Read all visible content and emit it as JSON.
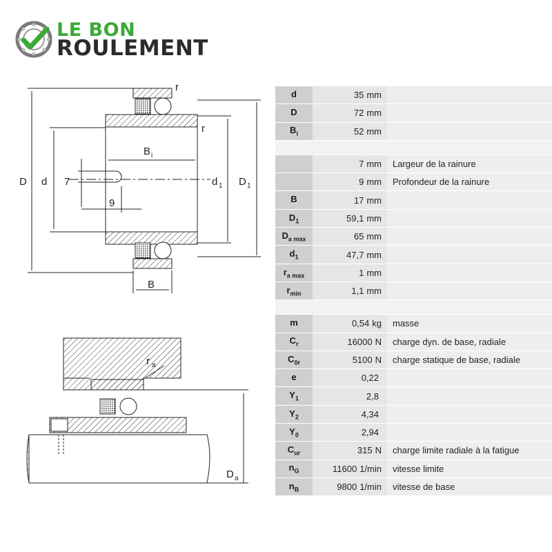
{
  "logo": {
    "line1": "LE BON",
    "line2": "ROULEMENT",
    "check_color": "#3aa935"
  },
  "drawing_top": {
    "labels": {
      "D": "D",
      "d": "d",
      "d1": "d",
      "d1_sub": "1",
      "D1": "D",
      "D1_sub": "1",
      "Bi": "B",
      "Bi_sub": "i",
      "B": "B",
      "r_top": "r",
      "r_right": "r",
      "seven": "7",
      "nine": "9"
    }
  },
  "drawing_bottom": {
    "labels": {
      "ra": "r",
      "ra_sub": "a",
      "Da": "D",
      "Da_sub": "a"
    }
  },
  "table": {
    "rows": [
      {
        "sym": "d",
        "sub": "",
        "value": "35",
        "unit": "mm",
        "desc": ""
      },
      {
        "sym": "D",
        "sub": "",
        "value": "72",
        "unit": "mm",
        "desc": ""
      },
      {
        "sym": "B",
        "sub": "i",
        "value": "52",
        "unit": "mm",
        "desc": ""
      },
      {
        "gap": true
      },
      {
        "sym": "",
        "sub": "",
        "value": "7",
        "unit": "mm",
        "desc": "Largeur de la rainure"
      },
      {
        "sym": "",
        "sub": "",
        "value": "9",
        "unit": "mm",
        "desc": "Profondeur de la rainure"
      },
      {
        "sym": "B",
        "sub": "",
        "value": "17",
        "unit": "mm",
        "desc": ""
      },
      {
        "sym": "D",
        "sub": "1",
        "value": "59,1",
        "unit": "mm",
        "desc": ""
      },
      {
        "sym": "D",
        "sub": "a max",
        "value": "65",
        "unit": "mm",
        "desc": ""
      },
      {
        "sym": "d",
        "sub": "1",
        "value": "47,7",
        "unit": "mm",
        "desc": ""
      },
      {
        "sym": "r",
        "sub": "a max",
        "value": "1",
        "unit": "mm",
        "desc": ""
      },
      {
        "sym": "r",
        "sub": "min",
        "value": "1,1",
        "unit": "mm",
        "desc": ""
      },
      {
        "gap": true
      },
      {
        "sym": "m",
        "sub": "",
        "value": "0,54",
        "unit": "kg",
        "desc": "masse"
      },
      {
        "sym": "C",
        "sub": "r",
        "value": "16000",
        "unit": "N",
        "desc": "charge dyn. de base, radiale"
      },
      {
        "sym": "C",
        "sub": "0r",
        "value": "5100",
        "unit": "N",
        "desc": "charge statique de base, radiale"
      },
      {
        "sym": "e",
        "sub": "",
        "value": "0,22",
        "unit": "",
        "desc": ""
      },
      {
        "sym": "Y",
        "sub": "1",
        "value": "2,8",
        "unit": "",
        "desc": ""
      },
      {
        "sym": "Y",
        "sub": "2",
        "value": "4,34",
        "unit": "",
        "desc": ""
      },
      {
        "sym": "Y",
        "sub": "0",
        "value": "2,94",
        "unit": "",
        "desc": ""
      },
      {
        "sym": "C",
        "sub": "ur",
        "value": "315",
        "unit": "N",
        "desc": "charge limite radiale à la fatigue"
      },
      {
        "sym": "n",
        "sub": "G",
        "value": "11600",
        "unit": "1/min",
        "desc": "vitesse limite"
      },
      {
        "sym": "n",
        "sub": "B",
        "value": "9800",
        "unit": "1/min",
        "desc": "vitesse de base"
      }
    ]
  }
}
